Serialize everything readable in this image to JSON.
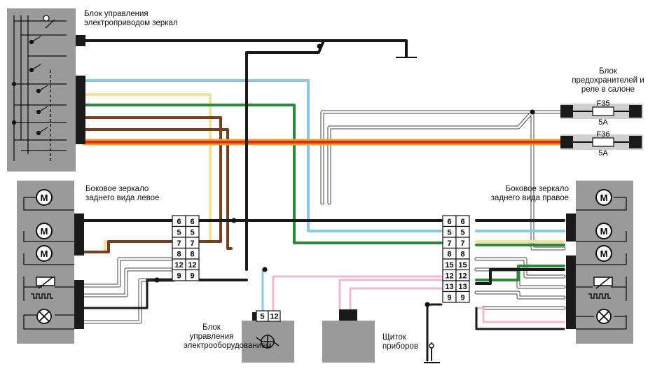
{
  "labels": {
    "mirror_control_block": "Блок управления электроприводом зеркал",
    "fuse_relay_block": "Блок предохранителей и реле в салоне",
    "left_mirror": "Боковое зеркало заднего вида левое",
    "right_mirror": "Боковое зеркало заднего вида правое",
    "electrical_control_unit": "Блок управления электрооборудованием",
    "instrument_panel": "Щиток приборов"
  },
  "fuses": [
    {
      "id": "F35",
      "rating": "5A"
    },
    {
      "id": "F36",
      "rating": "5A"
    }
  ],
  "left_connector_pins": [
    "6",
    "6",
    "5",
    "5",
    "7",
    "7",
    "8",
    "8",
    "12",
    "12",
    "9",
    "9"
  ],
  "right_connector_pins": [
    "6",
    "6",
    "5",
    "5",
    "7",
    "7",
    "8",
    "8",
    "15",
    "15",
    "12",
    "12",
    "13",
    "13",
    "9",
    "9"
  ],
  "ecu_pins": [
    "5",
    "12"
  ],
  "motor_symbol": "M",
  "wire_colors": {
    "black": "#1a1a1a",
    "blue": "#8ec8e8",
    "yellow": "#f3e39a",
    "green": "#2a8a3a",
    "brown": "#7a3d1e",
    "red": "#e02a1c",
    "orange": "#f2a11c",
    "pink": "#f3b6cf",
    "white": "#ffffff",
    "block_gray": "#9a9a9a"
  }
}
